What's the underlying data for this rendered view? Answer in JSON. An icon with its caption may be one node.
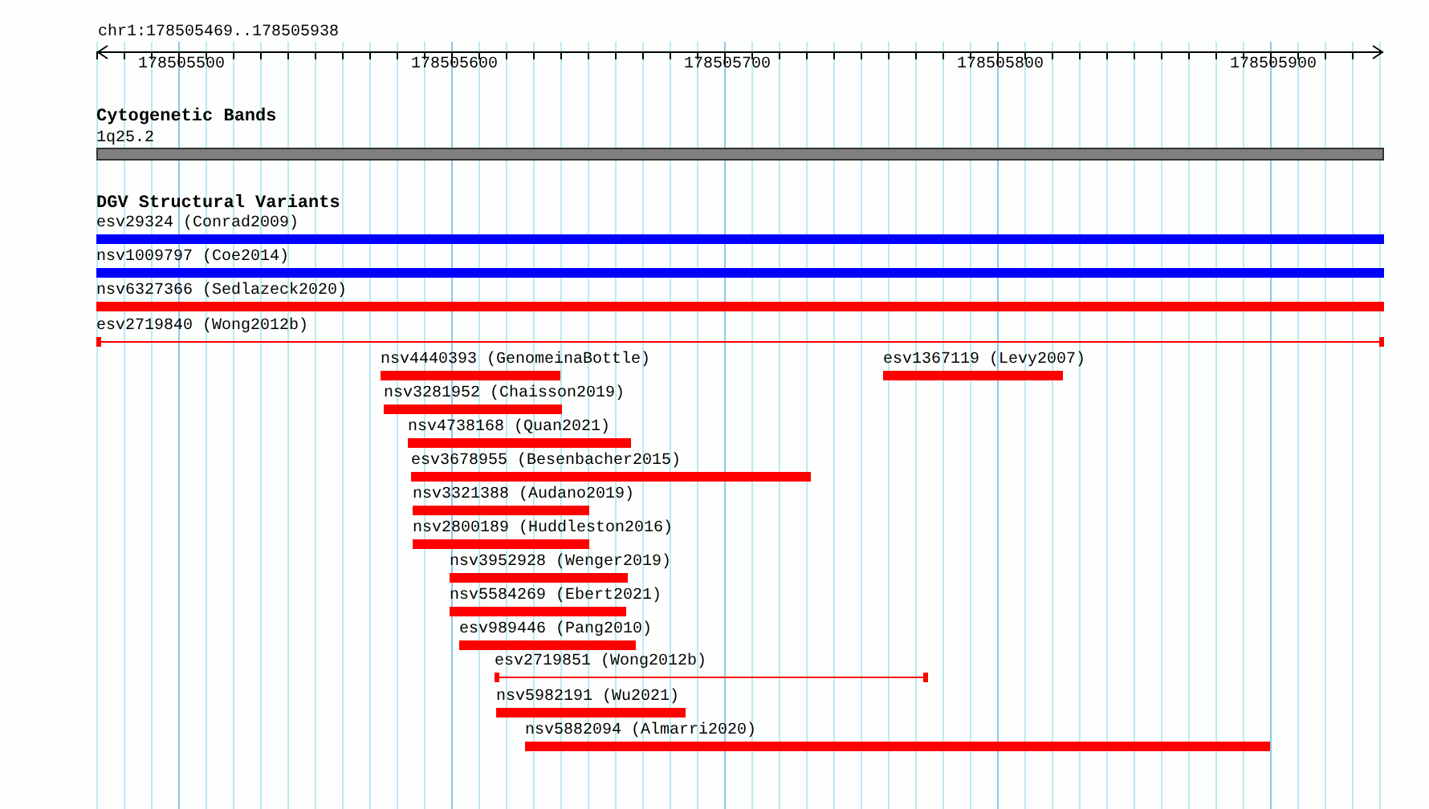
{
  "diagram": {
    "nodes": [
      {
        "text": [
          "1q25.2"
        ]
      },
      {
        "text": [
          "esv29324 (Conrad2009)"
        ]
      },
      {
        "text": [
          "nsv1009797 (Coe2014)"
        ]
      },
      {
        "text": [
          "nsv6327366 (Sedlazeck2020)"
        ]
      },
      {
        "text": [
          "esv2719840 (Wong2012b)"
        ]
      },
      {
        "text": [
          "nsv4440393 (GenomeinaBottle)"
        ]
      },
      {
        "text": [
          "esv1367119 (Levy2007)"
        ]
      },
      {
        "text": [
          "nsv3281952 (Chaisson2019)"
        ]
      },
      {
        "text": [
          "nsv4738168 (Quan2021)"
        ]
      },
      {
        "text": [
          "esv3678955 (Besenbacher2015)"
        ]
      },
      {
        "text": [
          "nsv3321388 (Audano2019)"
        ]
      },
      {
        "text": [
          "nsv2800189 (Huddleston2016)"
        ]
      },
      {
        "text": [
          "nsv3952928 (Wenger2019)"
        ]
      },
      {
        "text": [
          "nsv5584269 (Ebert2021)"
        ]
      },
      {
        "text": [
          "esv989446 (Pang2010)"
        ]
      },
      {
        "text": [
          "esv2719851 (Wong2012b)"
        ]
      },
      {
        "text": [
          "nsv5982191 (Wu2021)"
        ]
      },
      {
        "text": [
          "nsv5882094 (Almarri2020)"
        ]
      }
    ],
    "labels": [
      "chr1:178505469..178505938",
      "178505500",
      "178505600",
      "178505700",
      "178505800",
      "178505900",
      "Cytogenetic Bands",
      "DGV Structural Variants"
    ]
  }
}
